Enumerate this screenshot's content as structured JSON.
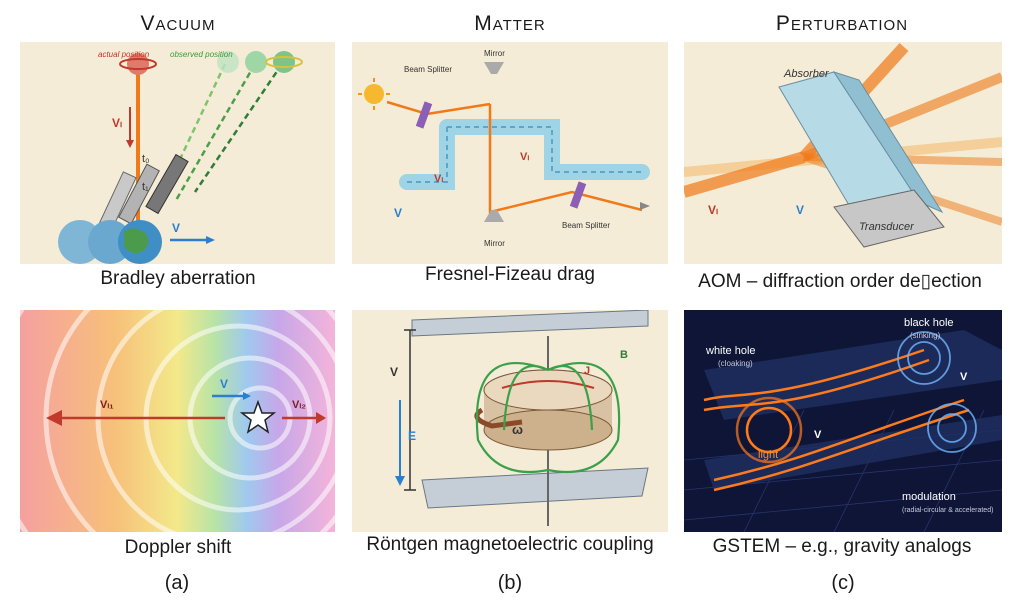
{
  "columns": [
    {
      "title": "Vacuum",
      "sub": "(a)"
    },
    {
      "title": "Matter",
      "sub": "(b)"
    },
    {
      "title": "Perturbation",
      "sub": "(c)"
    }
  ],
  "captions": {
    "bradley": "Bradley aberration",
    "fresnel": "Fresnel-Fizeau drag",
    "aom": "AOM – diffraction order de▯ection",
    "doppler": "Doppler shift",
    "rontgen": "Röntgen magnetoelectric coupling",
    "gstem": "GSTEM – e.g., gravity analogs"
  },
  "labels": {
    "actual_position": "actual position",
    "observed_position": "observed position",
    "vl": "Vₗ",
    "v": "V",
    "t0": "t₀",
    "t1": "t₁",
    "beam_splitter": "Beam Splitter",
    "mirror": "Mirror",
    "absorber": "Absorber",
    "transducer": "Transducer",
    "vl1": "Vₗ₁",
    "vl2": "Vₗ₂",
    "j": "J",
    "b": "B",
    "e": "E",
    "omega": "ω",
    "white_hole": "white hole",
    "white_hole_sub": "(cloaking)",
    "black_hole": "black hole",
    "black_hole_sub": "(sinking)",
    "light": "light",
    "modulation": "modulation",
    "modulation_sub": "(radial-circular & accelerated)"
  },
  "colors": {
    "beam": "#f07a1a",
    "parchment": "#f4ecd6",
    "velocity": "#2b7fd0",
    "lightv": "#c0392b"
  }
}
